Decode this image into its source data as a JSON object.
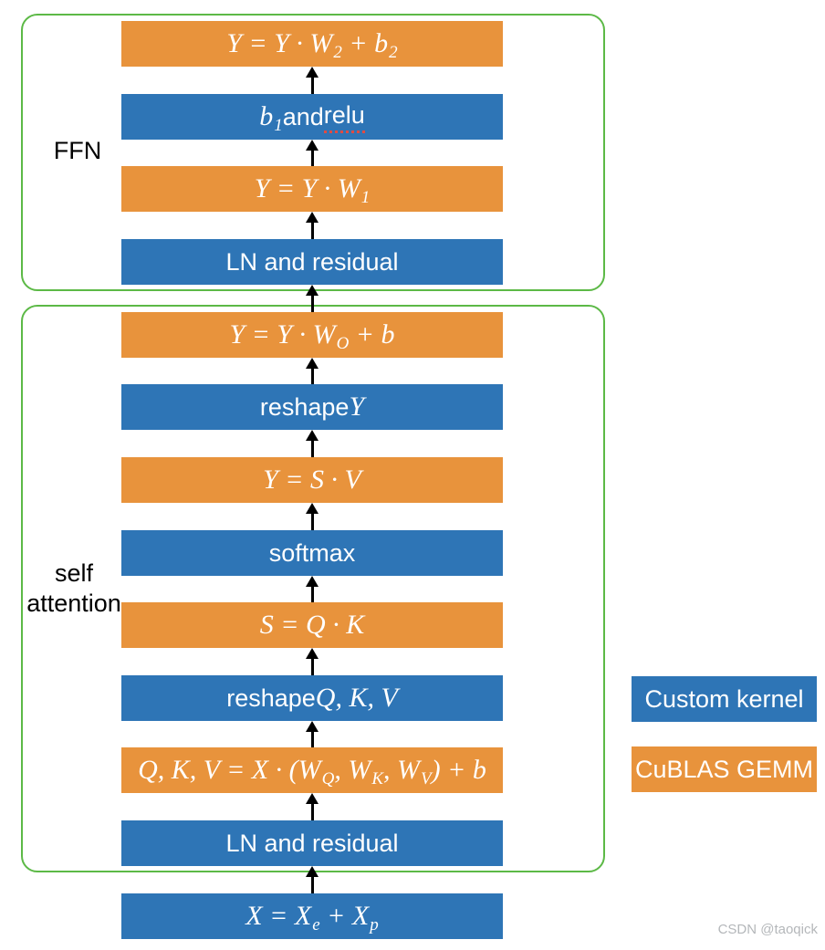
{
  "diagram": {
    "groups": [
      {
        "id": "ffn",
        "label": "FFN"
      },
      {
        "id": "self_attention",
        "label": "self attention"
      }
    ],
    "boxes": [
      {
        "name": "gemm-ffn-w2",
        "label": "$Y = Y · W_{2} + b_{2}$",
        "type": "gemm",
        "group": "ffn"
      },
      {
        "name": "kernel-bias1-relu",
        "label": "$b_{1}$ and ~relu~",
        "type": "kernel",
        "group": "ffn"
      },
      {
        "name": "gemm-ffn-w1",
        "label": "$Y = Y · W_{1}$",
        "type": "gemm",
        "group": "ffn"
      },
      {
        "name": "kernel-ln-residual-ffn",
        "label": "LN and residual",
        "type": "kernel",
        "group": "ffn"
      },
      {
        "name": "gemm-output-proj",
        "label": "$Y = Y · W_{O} + b$",
        "type": "gemm",
        "group": "self_attention"
      },
      {
        "name": "kernel-reshape-y",
        "label": "reshape $Y$",
        "type": "kernel",
        "group": "self_attention"
      },
      {
        "name": "gemm-sv",
        "label": "$Y = S · V$",
        "type": "gemm",
        "group": "self_attention"
      },
      {
        "name": "kernel-softmax",
        "label": "softmax",
        "type": "kernel",
        "group": "self_attention"
      },
      {
        "name": "gemm-qk",
        "label": "$S = Q · K$",
        "type": "gemm",
        "group": "self_attention"
      },
      {
        "name": "kernel-reshape-qkv",
        "label": "reshape $Q, K, V$",
        "type": "kernel",
        "group": "self_attention"
      },
      {
        "name": "gemm-qkv-proj",
        "label": "$Q, K, V = X · (W_{Q}, W_{K}, W_{V}) + b$",
        "type": "gemm",
        "group": "self_attention"
      },
      {
        "name": "kernel-ln-residual-attn",
        "label": "LN and residual",
        "type": "kernel",
        "group": "self_attention"
      },
      {
        "name": "kernel-input-embedding",
        "label": "$X = X_{e} + X_{p}$",
        "type": "kernel",
        "group": null
      }
    ],
    "colors": {
      "custom_kernel": "#2E75B6",
      "cublas_gemm": "#E8933C",
      "group_border": "#5CB946",
      "arrow": "#000000"
    }
  },
  "legend": {
    "items": [
      {
        "label": "Custom kernel",
        "type": "kernel"
      },
      {
        "label": "CuBLAS GEMM",
        "type": "gemm"
      }
    ]
  },
  "watermark": "CSDN @taoqick"
}
